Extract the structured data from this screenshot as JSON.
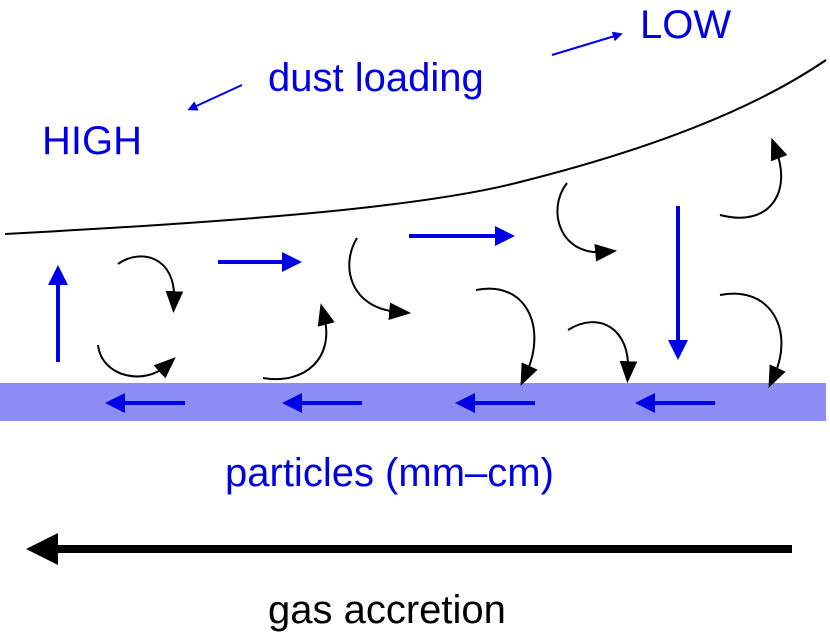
{
  "labels": {
    "low": "LOW",
    "dust_loading": "dust loading",
    "high": "HIGH",
    "particles": "particles (mm–cm)",
    "gas_accretion": "gas accretion"
  },
  "colors": {
    "blue": "#0000e6",
    "band": "#8c8cf5",
    "black": "#000000"
  }
}
